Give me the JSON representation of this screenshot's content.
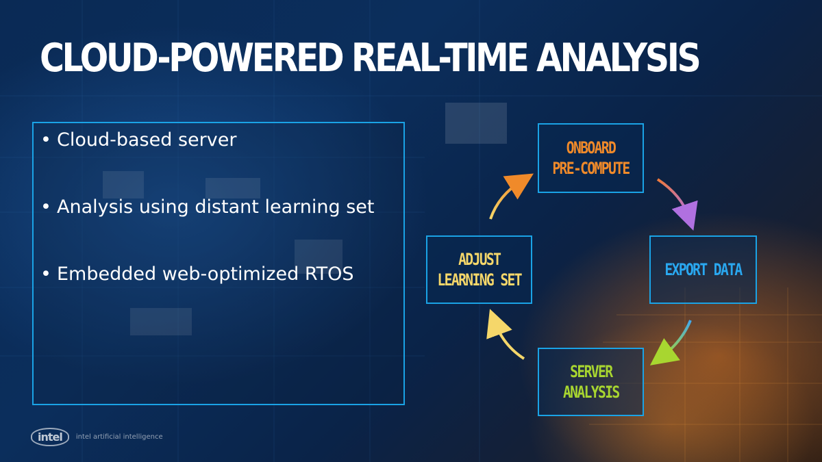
{
  "slide": {
    "title": "CLOUD-POWERED REAL-TIME ANALYSIS"
  },
  "bullets": [
    {
      "marker": "•",
      "text": "Cloud-based server"
    },
    {
      "marker": "•",
      "text": "Analysis using distant learning set"
    },
    {
      "marker": "•",
      "text": "Embedded web-optimized RTOS"
    }
  ],
  "cycle": {
    "nodes": [
      {
        "label": "ONBOARD\nPRE-COMPUTE",
        "color": "#f08a2a"
      },
      {
        "label": "EXPORT DATA",
        "color": "#2aa8f0"
      },
      {
        "label": "SERVER\nANALYSIS",
        "color": "#a8d630"
      },
      {
        "label": "ADJUST\nLEARNING SET",
        "color": "#f5d76a"
      }
    ]
  },
  "footer": {
    "logo_text": "intel",
    "tagline": "intel artificial intelligence"
  },
  "colors": {
    "accent_border": "#1aa3e6",
    "title_text": "#ffffff",
    "background": "#0b2e5c"
  }
}
